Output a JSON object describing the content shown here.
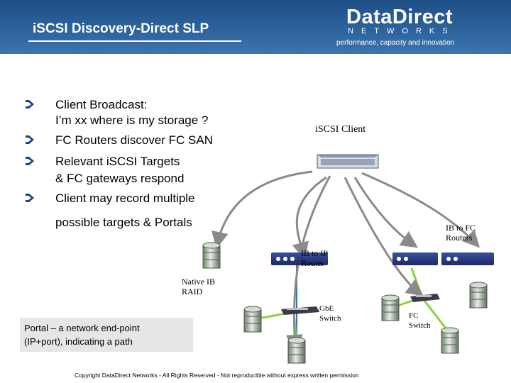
{
  "header": {
    "title": "iSCSI Discovery-Direct SLP",
    "logo": {
      "name": "DataDirect",
      "sub": "NETWORKS",
      "tagline": "performance, capacity and innovation"
    }
  },
  "bullets": [
    {
      "text": "Client Broadcast:",
      "cont": "I’m xx where is my storage ?"
    },
    {
      "text": "FC Routers discover FC SAN"
    },
    {
      "text": "Relevant iSCSI Targets",
      "cont": "& FC gateways respond"
    },
    {
      "text": "Client may record multiple"
    }
  ],
  "continuation": "possible targets & Portals",
  "diagram": {
    "client_label": "iSCSI Client",
    "ib_fc_routers_label": [
      "IB to FC",
      "Routers"
    ],
    "ib_ip_router_label": [
      "IB to IP",
      "Router"
    ],
    "native_ib_raid_label": [
      "Native IB",
      "RAID"
    ],
    "gbe_switch_label": [
      "GbE",
      "Switch"
    ],
    "fc_switch_label": [
      "FC",
      "Switch"
    ]
  },
  "portal_note": [
    "Portal – a network end-point",
    "(IP+port), indicating a path"
  ],
  "copyright": "Copyright DataDirect Networks - All Rights Reserved - Not reproducible without express written permission",
  "colors": {
    "header_top": "#1e4f86",
    "header_bottom": "#3c74ae",
    "link_green": "#90d040",
    "link_gray": "#909090",
    "bullet_blue": "#1e3f8a"
  }
}
